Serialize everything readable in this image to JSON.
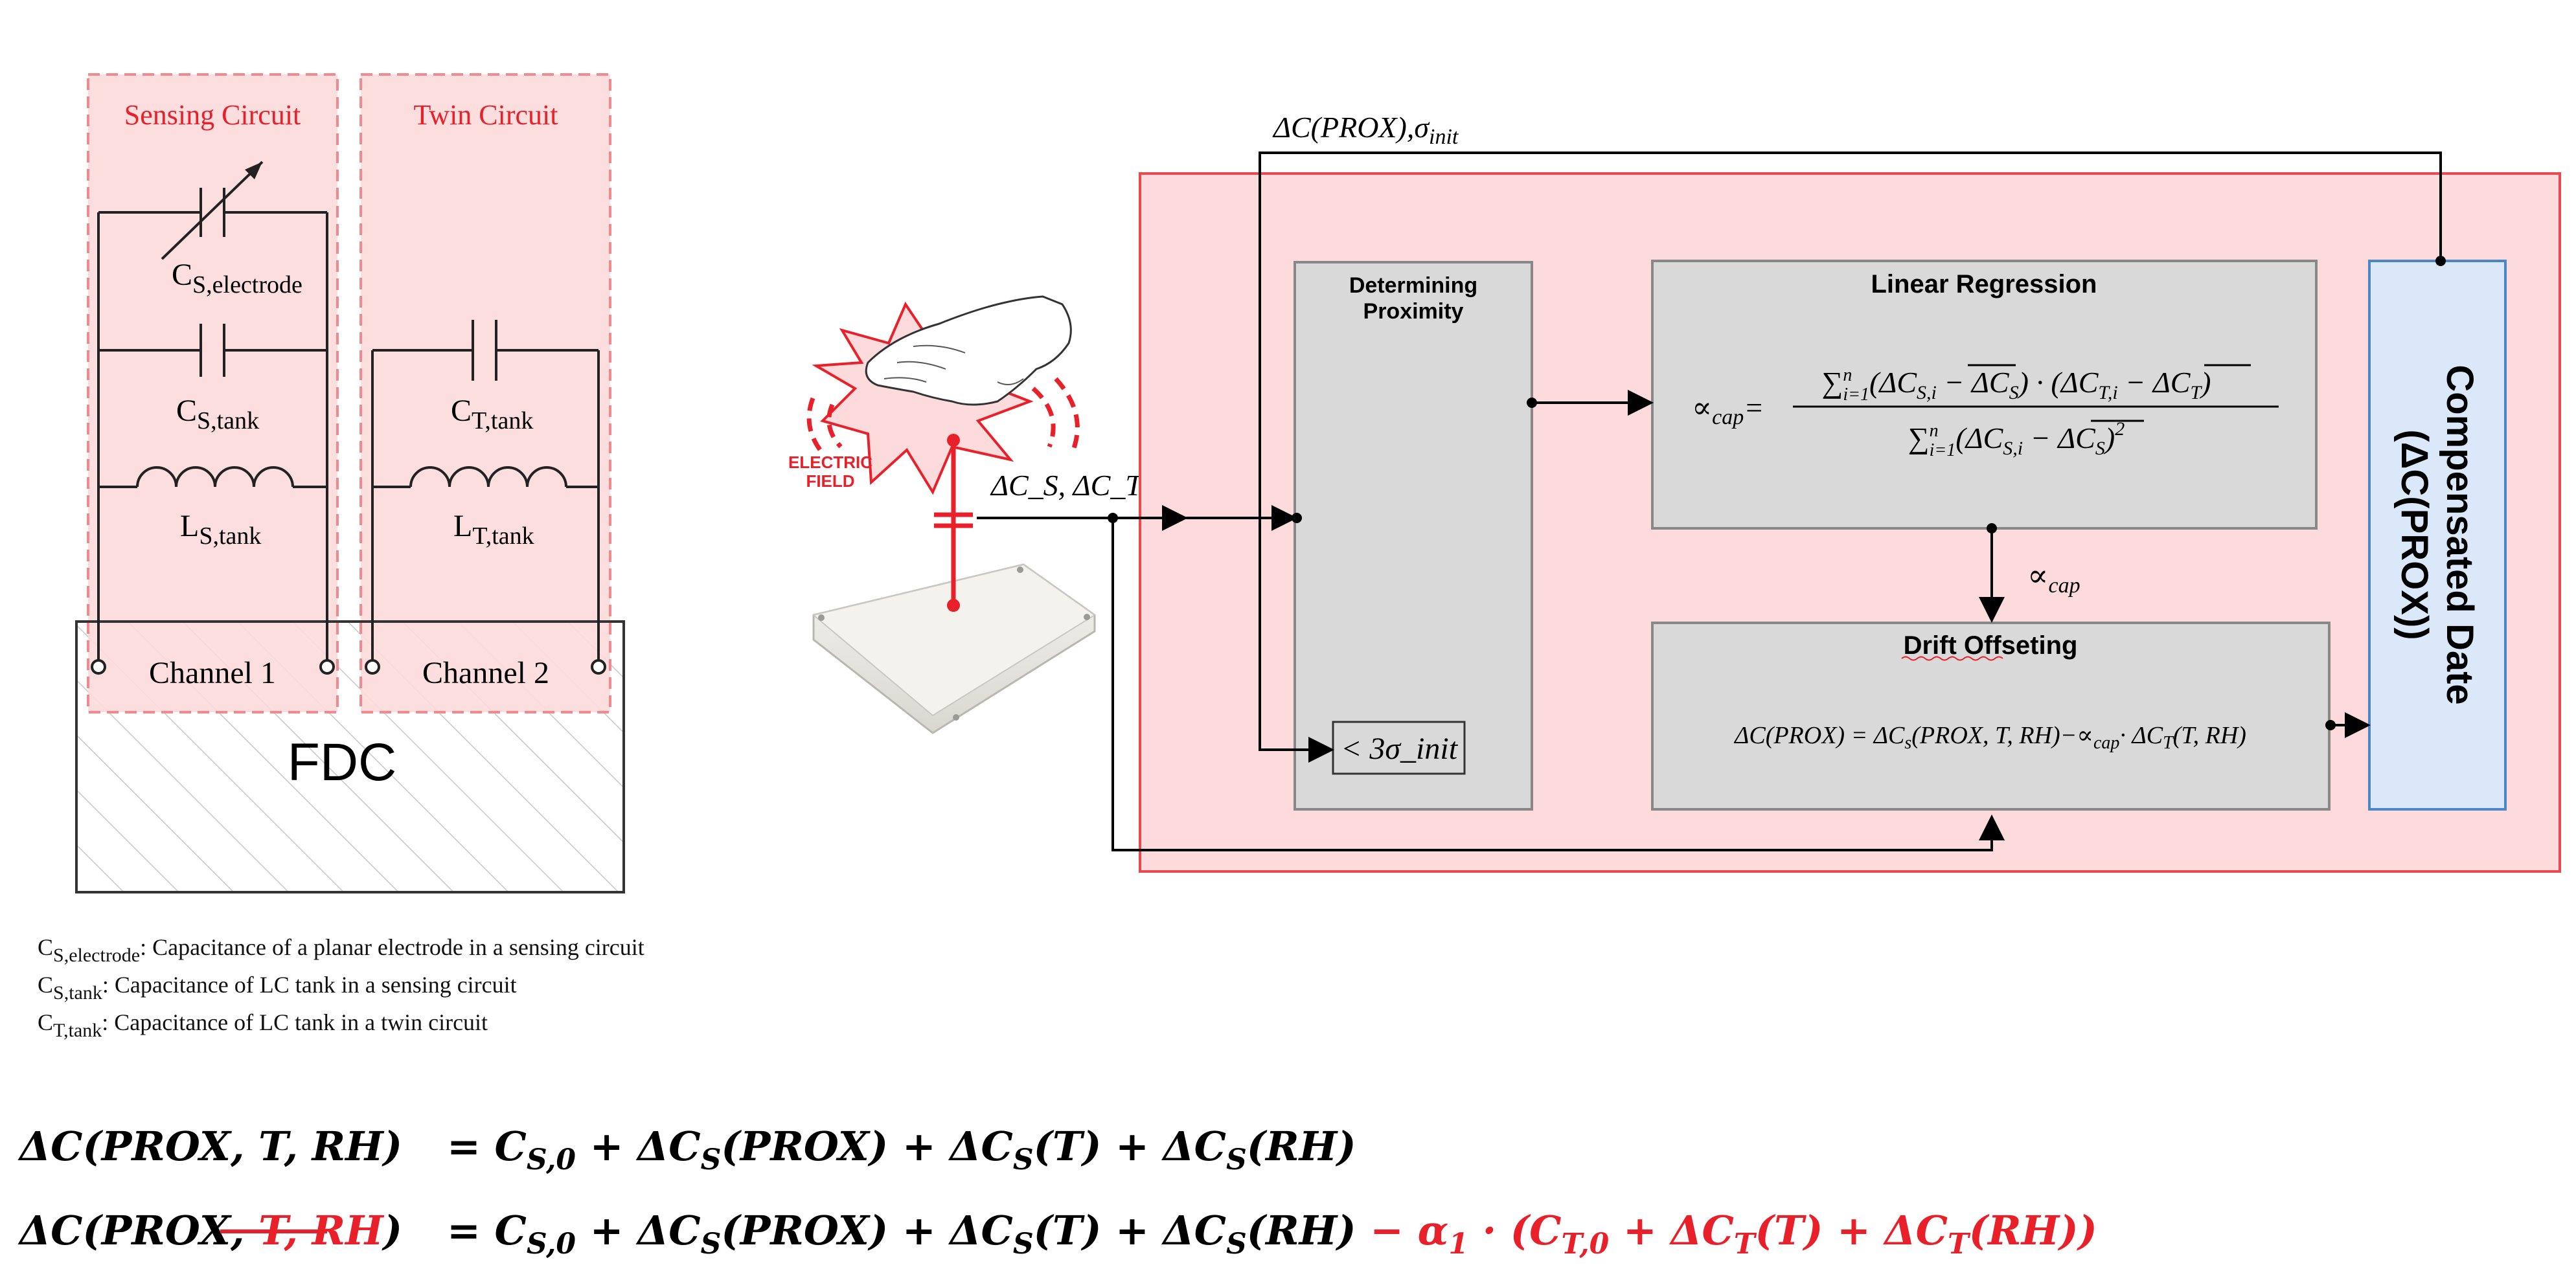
{
  "circuit": {
    "sensing_title": "Sensing Circuit",
    "twin_title": "Twin Circuit",
    "cs_electrode": {
      "main": "C",
      "sub": "S,electrode"
    },
    "cs_tank": {
      "main": "C",
      "sub": "S,tank"
    },
    "ls_tank": {
      "main": "L",
      "sub": "S,tank"
    },
    "ct_tank": {
      "main": "C",
      "sub": "T,tank"
    },
    "lt_tank": {
      "main": "L",
      "sub": "T,tank"
    },
    "channel1": "Channel 1",
    "channel2": "Channel 2",
    "fdc": "FDC"
  },
  "legend": [
    {
      "sym": "C",
      "sub": "S,electrode",
      "text": ": Capacitance of a planar electrode in a sensing circuit"
    },
    {
      "sym": "C",
      "sub": "S,tank",
      "text": ": Capacitance of LC tank in a sensing circuit"
    },
    {
      "sym": "C",
      "sub": "T,tank",
      "text": ": Capacitance of LC tank in a twin circuit"
    }
  ],
  "sensor": {
    "field_line1": "ELECTRIC",
    "field_line2": "FIELD",
    "signal_label": "ΔC_S, ΔC_T"
  },
  "flow": {
    "feedback_label": "ΔC(PROX),σ_init",
    "determining_line1": "Determining",
    "determining_line2": "Proximity",
    "threshold": "< 3σ_init",
    "linear_regression_title": "Linear Regression",
    "alpha_formula": "∝cap = Σ(ΔC_S,i − mean ΔC_S)·(ΔC_T,i − mean ΔC_T) / Σ(ΔC_S,i − mean ΔC_S)²",
    "alpha_label": "∝cap",
    "drift_title": "Drift Offseting",
    "drift_formula": "ΔC(PROX) = ΔC_s(PROX,T,RH) − ∝cap · ΔC_T(T,RH)",
    "compensated_line1": "Compensated Date",
    "compensated_line2": "(ΔC(PROX))"
  },
  "equations": {
    "eq1_left": "ΔC(PROX, T, RH)",
    "eq1_right": "= C_S,0 + ΔC_S(PROX) + ΔC_S(T) + ΔC_S(RH)",
    "eq2_left": "ΔC(PROX, T, RH)",
    "eq2_right": "= C_S,0 + ΔC_S(PROX) + ΔC_S(T) + ΔC_S(RH)",
    "eq2_red": "− α1 · (C_T,0 + ΔC_T(T) + ΔC_T(RH))"
  },
  "colors": {
    "pink_fill": "#fddadb",
    "red_accent": "#e8202a",
    "gray_box": "#d9d9d9",
    "blue_box": "#dae8fa"
  }
}
